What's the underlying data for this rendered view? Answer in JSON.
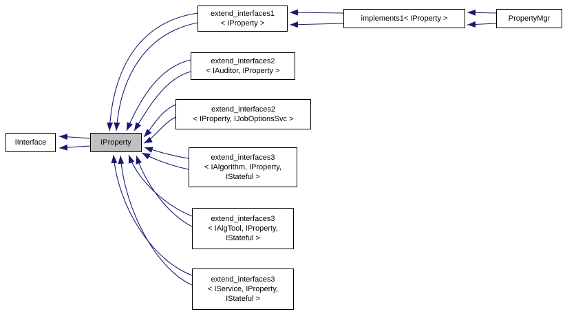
{
  "diagram": {
    "kind": "doxygen-inheritance-graph",
    "background_color": "#ffffff",
    "edge_color": "#191970",
    "node_fill": "#ffffff",
    "node_border": "#000000",
    "current_node_fill": "#c0c0c0"
  },
  "nodes": {
    "iinterface": {
      "line1": "IInterface"
    },
    "iproperty": {
      "line1": "IProperty",
      "current": true
    },
    "extend1": {
      "line1": "extend_interfaces1",
      "line2": "< IProperty >"
    },
    "ext2_auditor": {
      "line1": "extend_interfaces2",
      "line2": "< IAuditor, IProperty >"
    },
    "ext2_joboptions": {
      "line1": "extend_interfaces2",
      "line2": "< IProperty, IJobOptionsSvc >"
    },
    "ext3_algorithm": {
      "line1": "extend_interfaces3",
      "line2": "< IAlgorithm, IProperty,",
      "line3": "IStateful >"
    },
    "ext3_algtool": {
      "line1": "extend_interfaces3",
      "line2": "< IAlgTool, IProperty,",
      "line3": "IStateful >"
    },
    "ext3_service": {
      "line1": "extend_interfaces3",
      "line2": "< IService, IProperty,",
      "line3": "IStateful >"
    },
    "implements1": {
      "line1": "implements1< IProperty >"
    },
    "propertymgr": {
      "line1": "PropertyMgr"
    }
  },
  "edges": [
    {
      "from": "IProperty",
      "to": "IInterface",
      "arrow_count": 2
    },
    {
      "from": "extend_interfaces1< IProperty >",
      "to": "IProperty",
      "arrow_count": 2
    },
    {
      "from": "extend_interfaces2< IAuditor, IProperty >",
      "to": "IProperty",
      "arrow_count": 2
    },
    {
      "from": "extend_interfaces2< IProperty, IJobOptionsSvc >",
      "to": "IProperty",
      "arrow_count": 2
    },
    {
      "from": "extend_interfaces3< IAlgorithm, IProperty, IStateful >",
      "to": "IProperty",
      "arrow_count": 2
    },
    {
      "from": "extend_interfaces3< IAlgTool, IProperty, IStateful >",
      "to": "IProperty",
      "arrow_count": 2
    },
    {
      "from": "extend_interfaces3< IService, IProperty, IStateful >",
      "to": "IProperty",
      "arrow_count": 2
    },
    {
      "from": "implements1< IProperty >",
      "to": "extend_interfaces1< IProperty >",
      "arrow_count": 2
    },
    {
      "from": "PropertyMgr",
      "to": "implements1< IProperty >",
      "arrow_count": 2
    }
  ]
}
